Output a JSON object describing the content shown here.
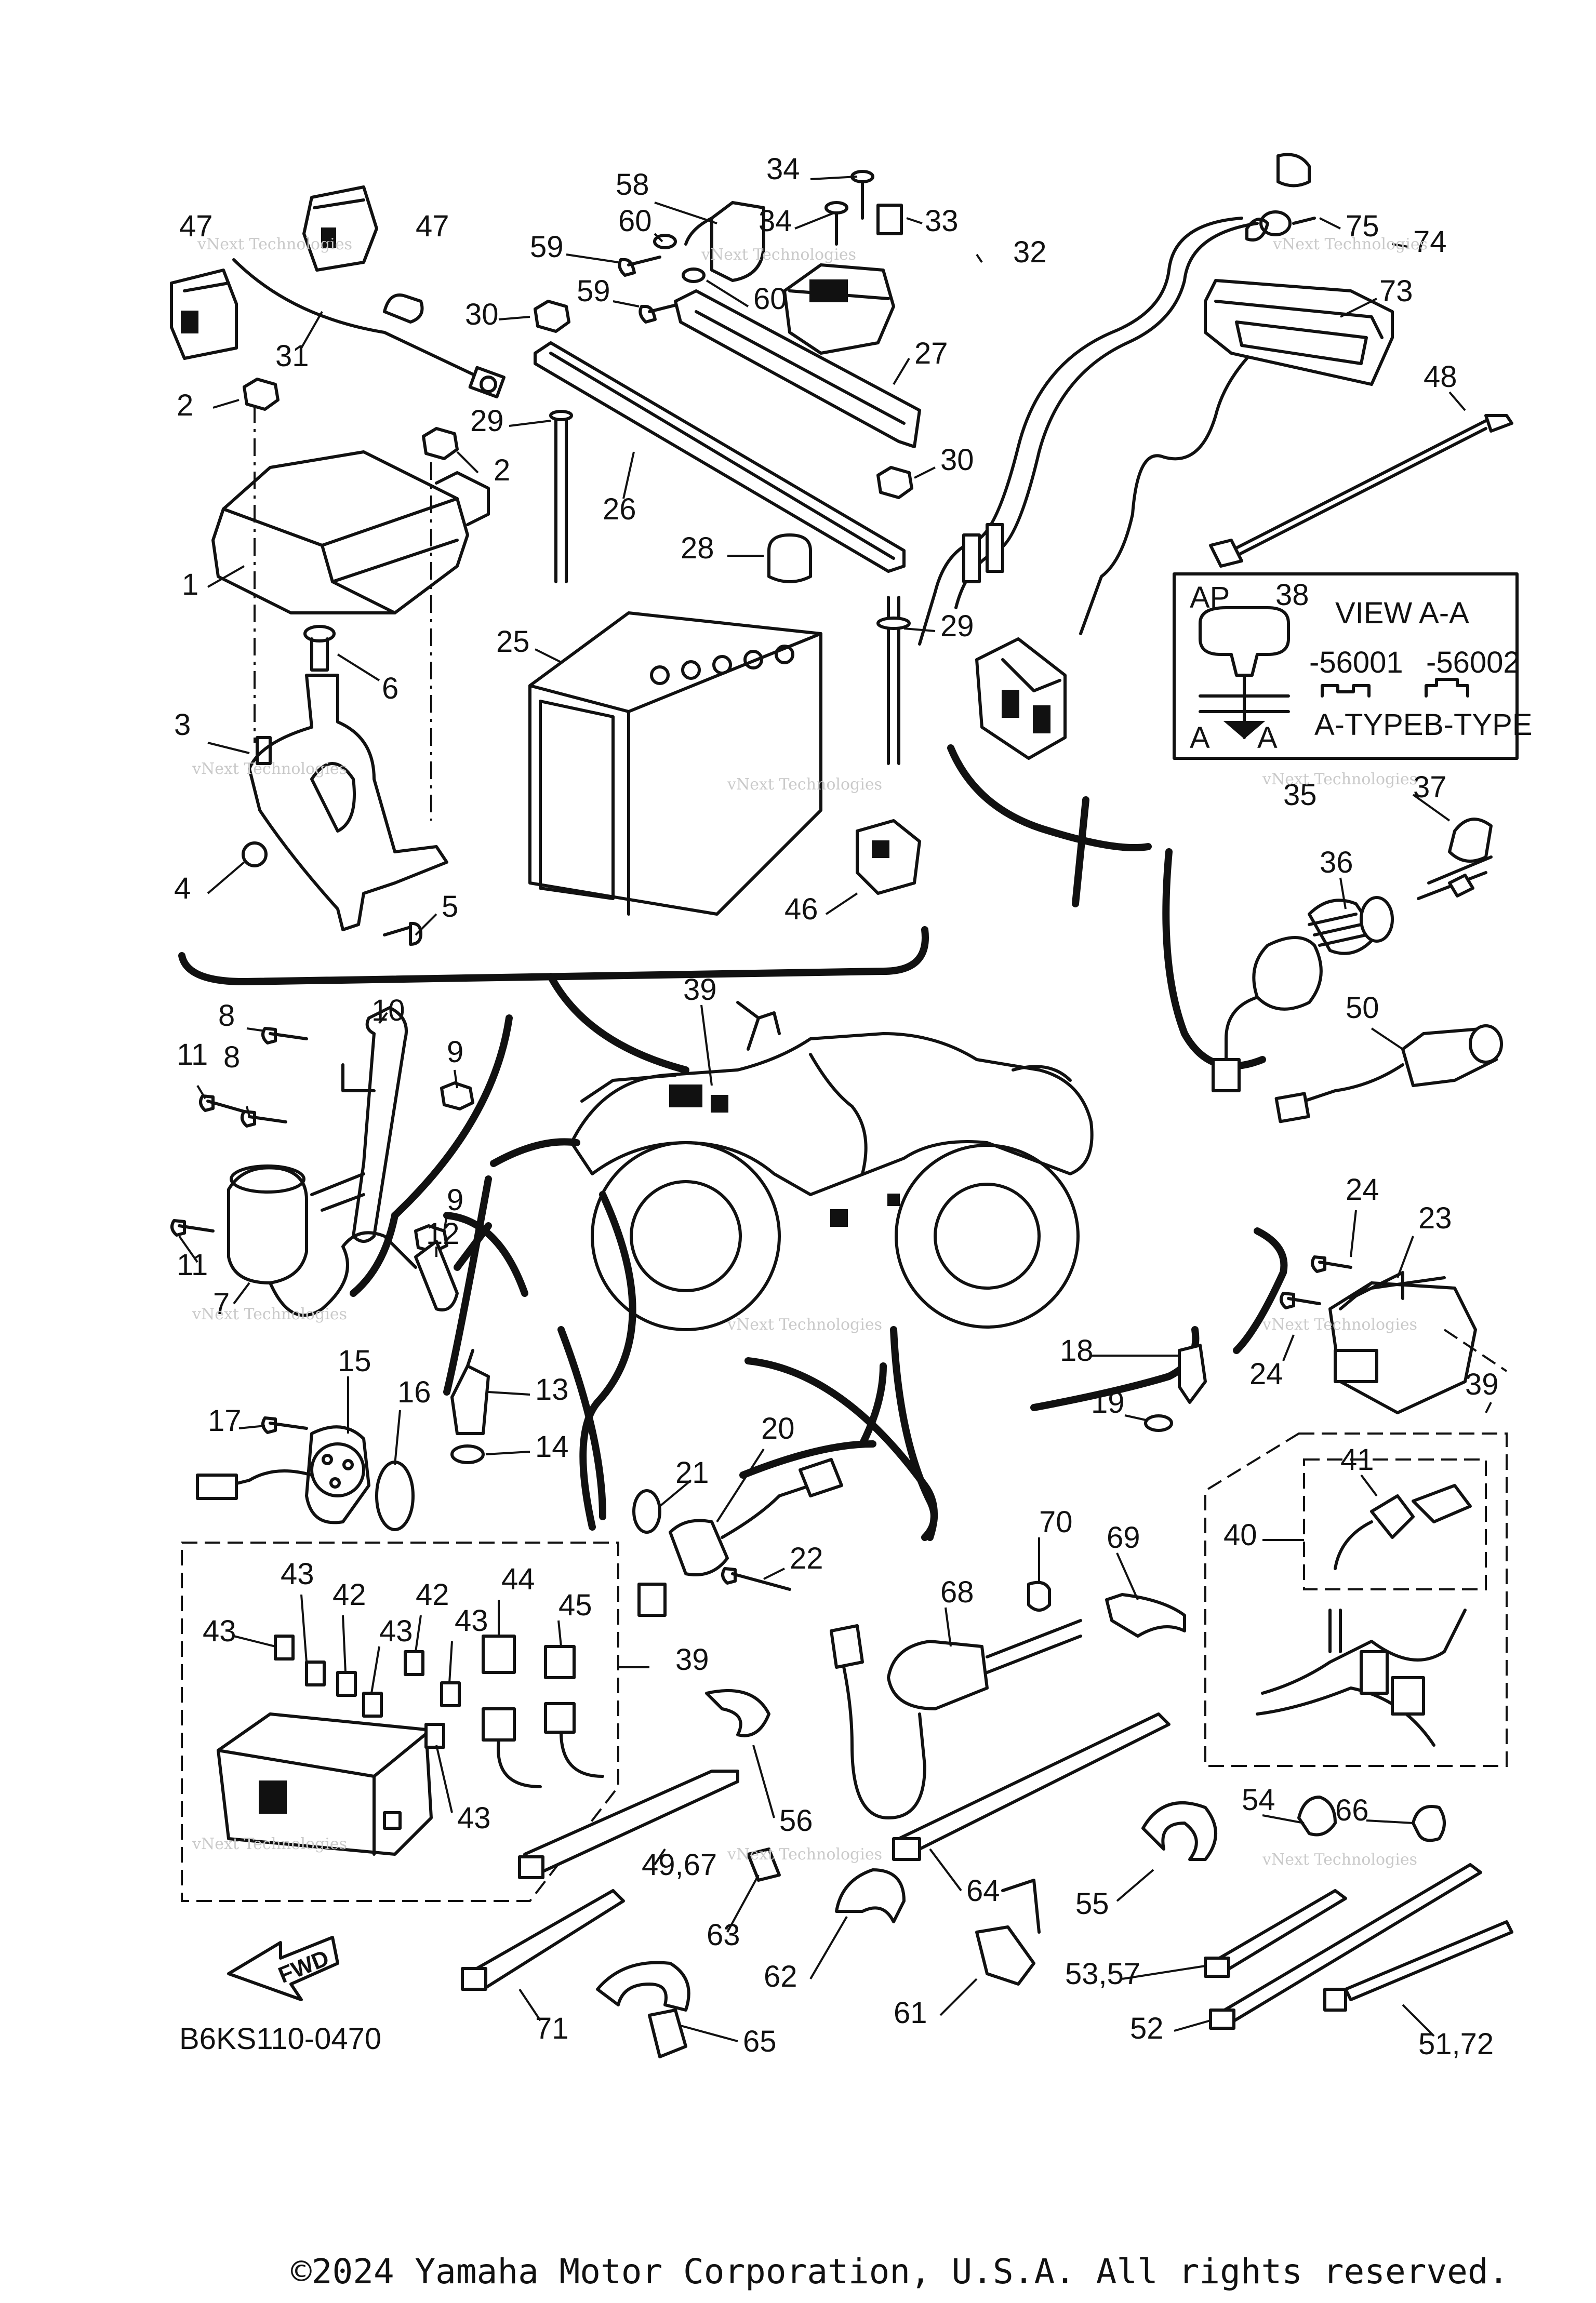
{
  "diagram": {
    "code": "B6KS110-0470",
    "view_title": "VIEW A-A",
    "view_ap": "AP",
    "view_part": "38",
    "view_a_left": "A",
    "view_a_right": "A",
    "key_code_a": "-56001",
    "key_code_b": "-56002",
    "key_type_a": "A-TYPE",
    "key_type_b": "B-TYPE",
    "fwd": "FWD",
    "watermark_line1": "vNext Technologies",
    "watermark_line2": "Technologies",
    "copyright": "©2024 Yamaha Motor Corporation, U.S.A. All rights reserved."
  },
  "labels": [
    "47",
    "47",
    "31",
    "2",
    "2",
    "1",
    "6",
    "3",
    "4",
    "5",
    "58",
    "60",
    "59",
    "59",
    "60",
    "34",
    "34",
    "33",
    "32",
    "30",
    "30",
    "29",
    "29",
    "26",
    "27",
    "28",
    "25",
    "46",
    "75",
    "74",
    "73",
    "48",
    "37",
    "35",
    "36",
    "50",
    "39",
    "10",
    "8",
    "8",
    "9",
    "9",
    "11",
    "11",
    "7",
    "12",
    "24",
    "23",
    "24",
    "18",
    "19",
    "39",
    "40",
    "41",
    "15",
    "16",
    "17",
    "13",
    "14",
    "20",
    "21",
    "22",
    "43",
    "43",
    "42",
    "42",
    "43",
    "43",
    "44",
    "45",
    "39",
    "43",
    "70",
    "69",
    "68",
    "56",
    "49,67",
    "64",
    "63",
    "62",
    "61",
    "54",
    "66",
    "55",
    "53,57",
    "52",
    "51,72",
    "71",
    "65"
  ]
}
